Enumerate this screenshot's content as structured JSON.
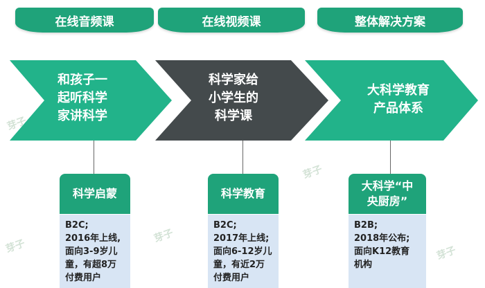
{
  "columns": [
    {
      "pill": "在线音频课",
      "arrow_lines": [
        "和孩子一",
        "起听科学",
        "家讲科学"
      ],
      "arrow_color": "#22b38a",
      "card_title_lines": [
        "科学启蒙"
      ],
      "card_body_lines": [
        "B2C;",
        "2016年上线,",
        "面向3-9岁儿",
        "童，有超8万",
        "付费用户"
      ]
    },
    {
      "pill": "在线视频课",
      "arrow_lines": [
        "科学家给",
        "小学生的",
        "科学课"
      ],
      "arrow_color": "#444a4c",
      "card_title_lines": [
        "科学教育"
      ],
      "card_body_lines": [
        "B2C;",
        "2017年上线;",
        "面向6-12岁儿",
        "童，有近2万",
        "付费用户"
      ]
    },
    {
      "pill": "整体解决方案",
      "arrow_lines": [
        "大科学教育",
        "产品体系"
      ],
      "arrow_color": "#22b38a",
      "card_title_lines": [
        "大科学“中",
        "央厨房”"
      ],
      "card_body_lines": [
        "B2B;",
        "2018年公布;",
        "面向K12教育",
        "机构"
      ]
    }
  ],
  "watermark": "芽子",
  "colors": {
    "green": "#1fa37a",
    "dark": "#444a4c",
    "card_bg": "#d8e5f4"
  }
}
